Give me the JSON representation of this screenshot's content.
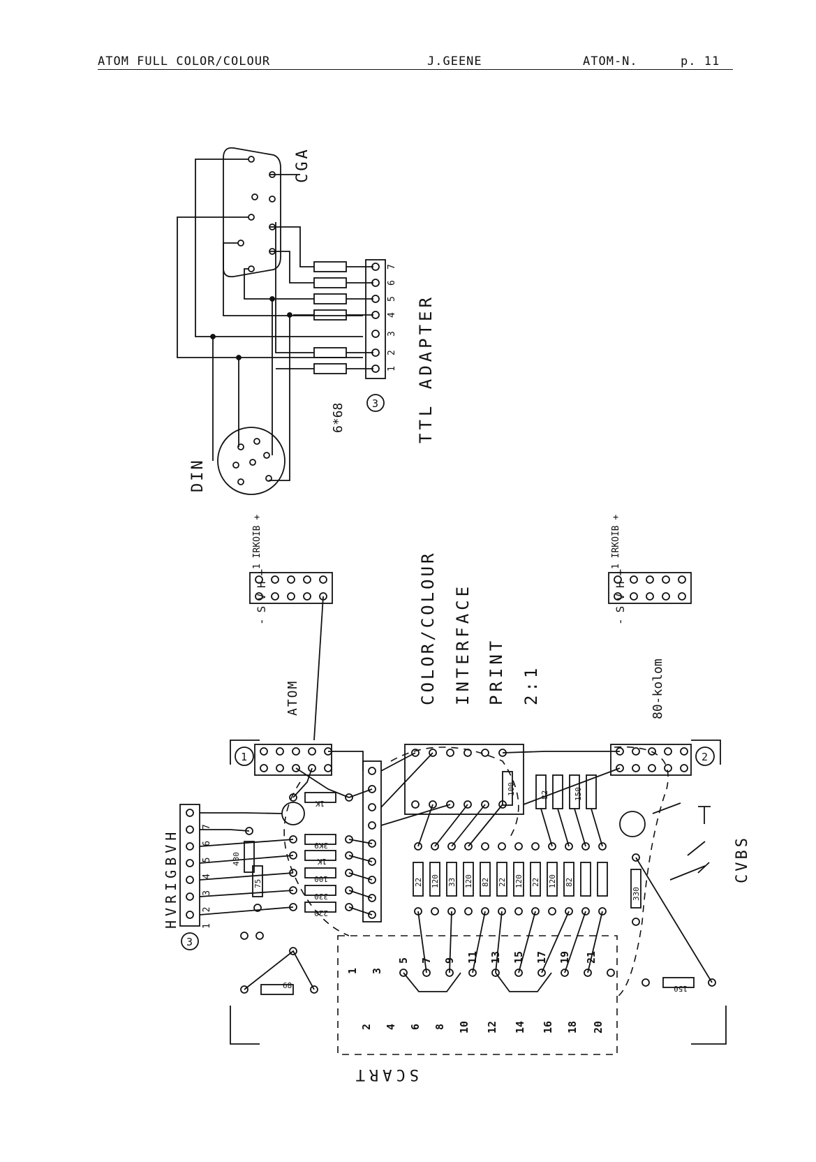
{
  "header": {
    "left": "ATOM FULL COLOR/COLOUR",
    "center": "J.GEENE",
    "right": "ATOM-N.",
    "page": "p. 11"
  },
  "labels": {
    "cga": "CGA",
    "ttl": "TTL ADAPTER",
    "din": "DIN",
    "res_count": "6*68",
    "circle_3": "3",
    "circle_1": "1",
    "circle_2": "2",
    "atom": "ATOM",
    "eighty": "80-kolom",
    "interface_lines": [
      "COLOR/COLOUR",
      "INTERFACE",
      "PRINT",
      "2:1"
    ],
    "cvbs": "CVBS",
    "scart": "SCART",
    "conn_top_labels": "1 IRKOIB +",
    "conn_side_labels": "-SVH+",
    "hvr_label": "HVRIGBVH",
    "hvr_nums": "1 2 3 4 5 6 7",
    "ttl_pins": [
      "1",
      "2",
      "3",
      "4",
      "5",
      "6",
      "7"
    ],
    "scart_odd": [
      "1",
      "3",
      "5",
      "7",
      "9",
      "11",
      "13",
      "15",
      "17",
      "19",
      "21"
    ],
    "scart_even": [
      "2",
      "4",
      "6",
      "8",
      "10",
      "12",
      "14",
      "16",
      "18",
      "20"
    ],
    "resistors": [
      "1K",
      "3K9",
      "1K",
      "100",
      "330",
      "220",
      "22",
      "120",
      "33",
      "120",
      "82",
      "22",
      "120",
      "22",
      "120",
      "82",
      "100",
      "82",
      "150",
      "150",
      "68",
      "330",
      "430",
      "75"
    ]
  }
}
